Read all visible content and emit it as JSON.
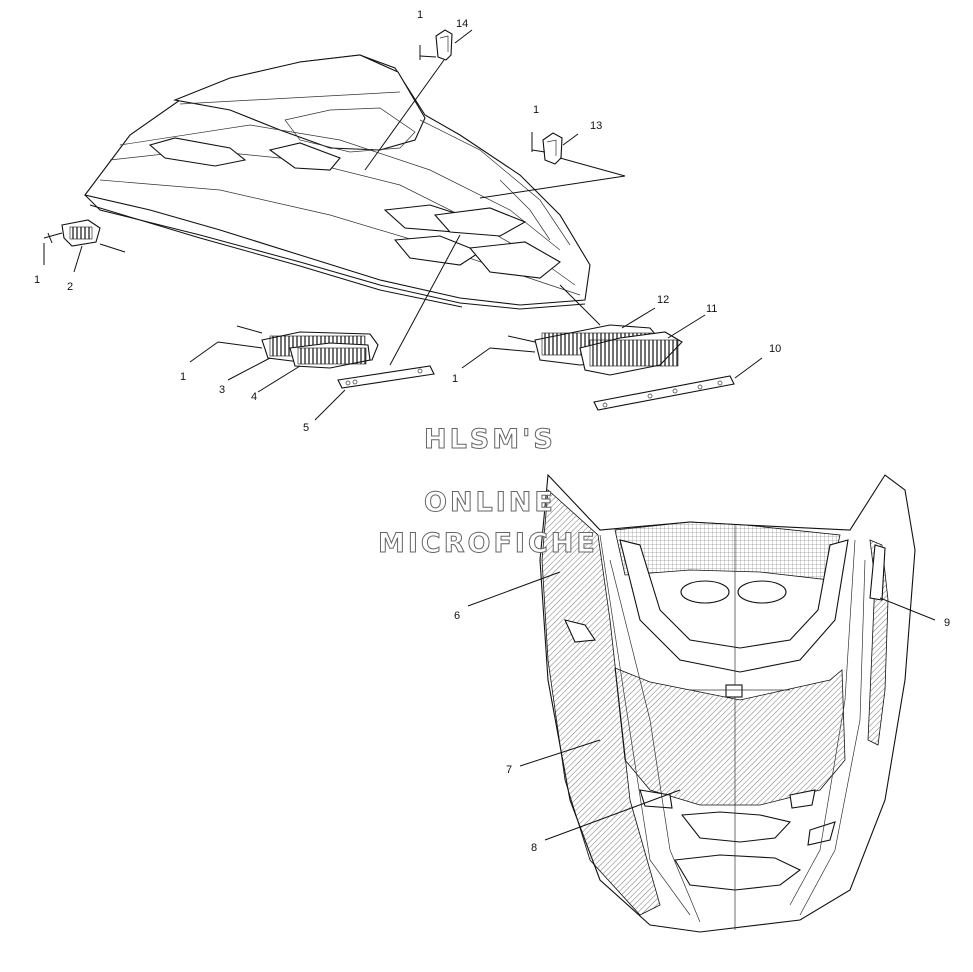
{
  "labels": {
    "l1a": "1",
    "l1b": "1",
    "l1c": "1",
    "l1d": "1",
    "l1e": "1",
    "l2": "2",
    "l3": "3",
    "l4": "4",
    "l5": "5",
    "l6": "6",
    "l7": "7",
    "l8": "8",
    "l9": "9",
    "l10": "10",
    "l11": "11",
    "l12": "12",
    "l13": "13",
    "l14": "14"
  },
  "watermark": {
    "line1": "HLSM'S",
    "line2": "ONLINE",
    "line3": "MICROFICHE"
  },
  "colors": {
    "line": "#111111",
    "background": "#ffffff",
    "hatch": "#555555"
  }
}
